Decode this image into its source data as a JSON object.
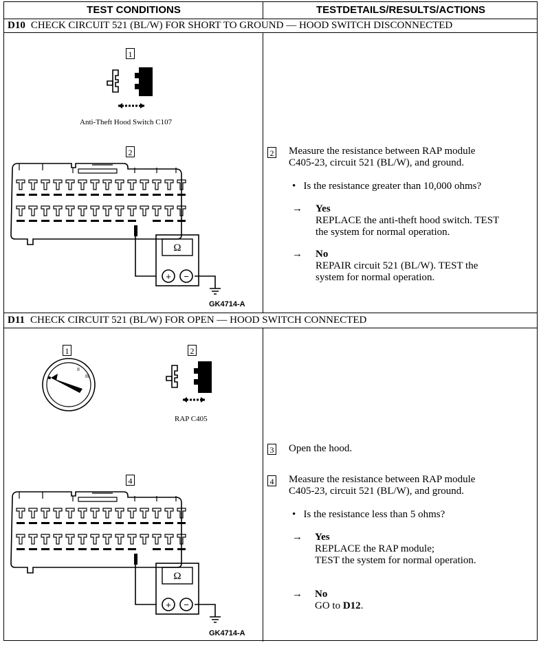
{
  "header": {
    "left": "TEST CONDITIONS",
    "right": "TESTDETAILS/RESULTS/ACTIONS"
  },
  "d10": {
    "code": "D10",
    "title": "CHECK CIRCUIT 521 (BL/W) FOR SHORT TO GROUND — HOOD SWITCH DISCONNECTED",
    "fig_callout_1": "1",
    "fig_callout_2": "2",
    "switch_caption": "Anti-Theft Hood Switch C107",
    "meter_symbol": "Ω",
    "fig_code": "GK4714-A",
    "step2_num": "2",
    "step2_line1": "Measure the resistance between RAP module",
    "step2_line2": "C405-23, circuit 521 (BL/W), and ground.",
    "question": "Is the resistance greater than 10,000 ohms?",
    "yes_label": "Yes",
    "yes_line1": "REPLACE the anti-theft hood switch. TEST",
    "yes_line2": "the system for normal operation.",
    "no_label": "No",
    "no_line1": "REPAIR circuit 521 (BL/W). TEST the",
    "no_line2": "system for normal operation."
  },
  "d11": {
    "code": "D11",
    "title": "CHECK CIRCUIT 521 (BL/W) FOR OPEN — HOOD SWITCH CONNECTED",
    "fig_callout_1": "1",
    "fig_callout_2": "2",
    "fig_callout_4": "4",
    "connector_caption": "RAP C405",
    "meter_symbol": "Ω",
    "fig_code": "GK4714-A",
    "step3_num": "3",
    "step3_text": "Open the hood.",
    "step4_num": "4",
    "step4_line1": "Measure the resistance between RAP module",
    "step4_line2": "C405-23, circuit 521 (BL/W), and ground.",
    "question": "Is the resistance less than 5 ohms?",
    "yes_label": "Yes",
    "yes_line1": "REPLACE the RAP module;",
    "yes_line2": "TEST the system for normal operation.",
    "no_label": "No",
    "no_prefix": "GO to ",
    "no_target": "D12",
    "no_suffix": "."
  }
}
